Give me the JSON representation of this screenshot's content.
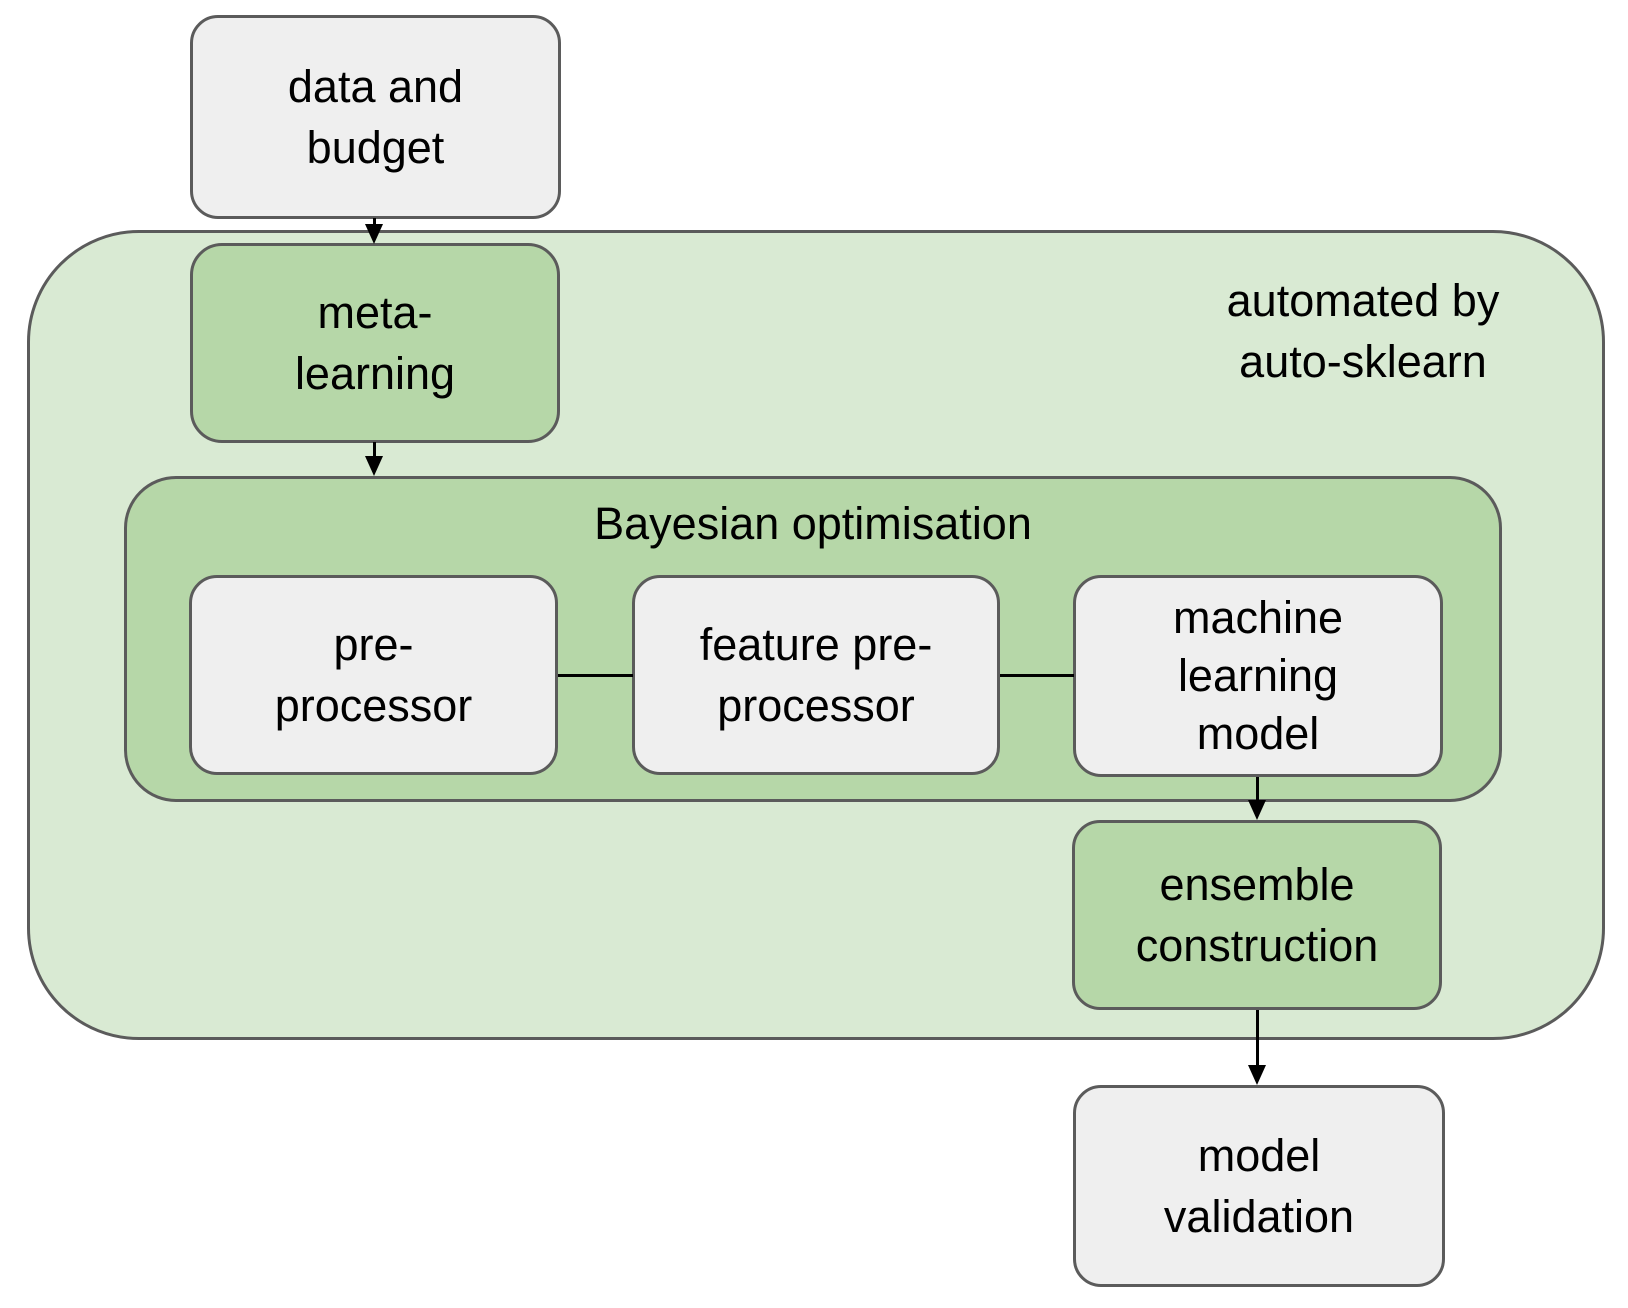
{
  "diagram": {
    "note": {
      "label": "automated by\nauto-sklearn"
    },
    "bayesian": {
      "title": "Bayesian optimisation"
    },
    "nodes": {
      "data_budget": {
        "label": "data and\nbudget",
        "fill": "gray"
      },
      "meta_learning": {
        "label": "meta-\nlearning",
        "fill": "green"
      },
      "pre_processor": {
        "label": "pre-\nprocessor",
        "fill": "gray"
      },
      "feature_pre_processor": {
        "label": "feature pre-\nprocessor",
        "fill": "gray"
      },
      "machine_learning_model": {
        "label": "machine\nlearning\nmodel",
        "fill": "gray"
      },
      "ensemble_construction": {
        "label": "ensemble\nconstruction",
        "fill": "green"
      },
      "model_validation": {
        "label": "model\nvalidation",
        "fill": "gray"
      }
    },
    "edges": [
      {
        "from": "data_budget",
        "to": "meta_learning",
        "style": "arrow"
      },
      {
        "from": "meta_learning",
        "to": "bayesian_optimisation",
        "style": "arrow"
      },
      {
        "from": "pre_processor",
        "to": "feature_pre_processor",
        "style": "line"
      },
      {
        "from": "feature_pre_processor",
        "to": "machine_learning_model",
        "style": "line"
      },
      {
        "from": "machine_learning_model",
        "to": "ensemble_construction",
        "style": "arrow"
      },
      {
        "from": "ensemble_construction",
        "to": "model_validation",
        "style": "arrow"
      }
    ],
    "colors": {
      "container_fill": "#d9ead3",
      "highlight_fill": "#b6d7a8",
      "node_fill": "#efefef",
      "border": "#5b5b5b",
      "text": "#000000",
      "arrow": "#000000"
    }
  }
}
